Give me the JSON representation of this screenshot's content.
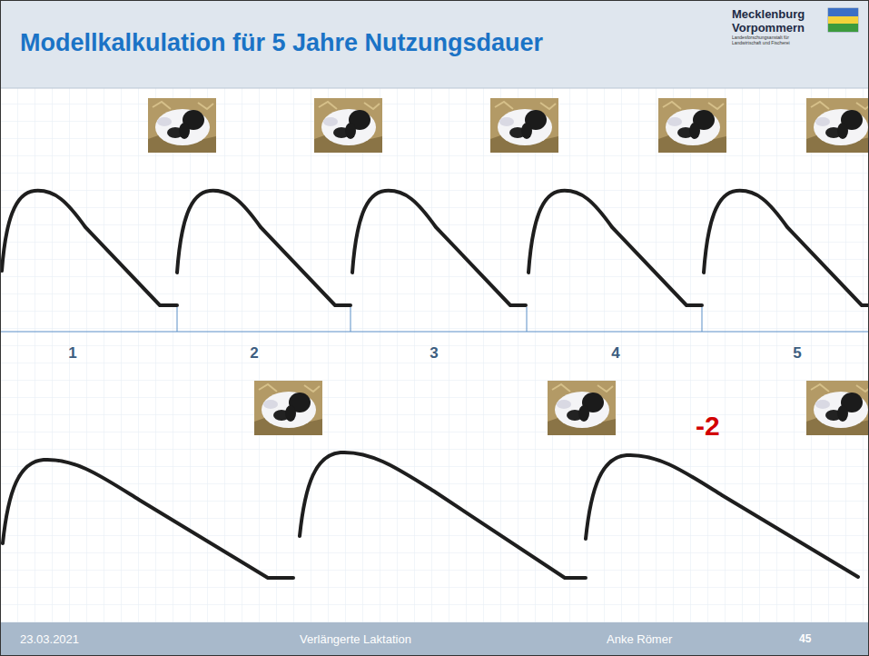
{
  "diagram": {
    "title": "Modellkalkulation für 5 Jahre Nutzungsdauer",
    "labels": [
      "Mecklenburg",
      "Vorpommern",
      "Landesforschungsanstalt für",
      "Landwirtschaft und Fischerei",
      "1",
      "2",
      "3",
      "4",
      "5",
      "-2",
      "23.03.2021",
      "Verlängerte Laktation",
      "Anke Römer",
      "45"
    ]
  }
}
